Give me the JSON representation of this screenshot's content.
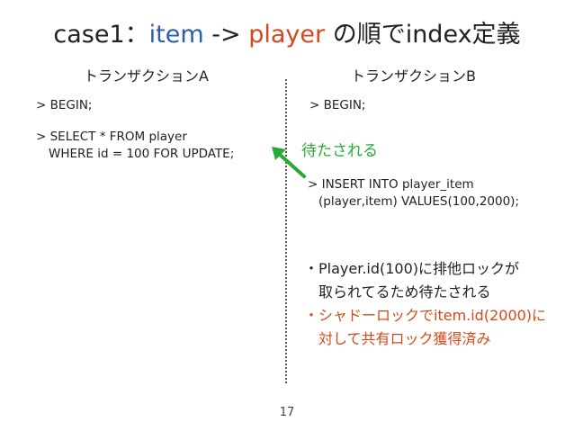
{
  "title": {
    "prefix": "case1：",
    "item": "item",
    "arrow": " -> ",
    "player": "player",
    "suffix": " の順でindex定義",
    "colors": {
      "item": "#2b5fa8",
      "player": "#d04a1e",
      "text": "#222222"
    }
  },
  "transaction_a": {
    "heading": "トランザクションA",
    "begin": "> BEGIN;",
    "select_line1": "> SELECT * FROM player",
    "select_line2": "WHERE id = 100 FOR UPDATE;"
  },
  "transaction_b": {
    "heading": "トランザクションB",
    "begin": "> BEGIN;",
    "wait_label": "待たされる",
    "insert_line1": "> INSERT INTO player_item",
    "insert_line2": "(player,item) VALUES(100,2000);"
  },
  "notes": [
    {
      "bullet": "・",
      "line1": "Player.id(100)に排他ロックが",
      "line2": "取られてるため待たされる"
    },
    {
      "bullet": "・",
      "line1": "シャドーロックでitem.id(2000)に",
      "line2": "対して共有ロック獲得済み"
    }
  ],
  "icons": {
    "wait_arrow": "arrow-up-left-icon",
    "arrow_color": "#2aa83a"
  },
  "page_number": "17"
}
